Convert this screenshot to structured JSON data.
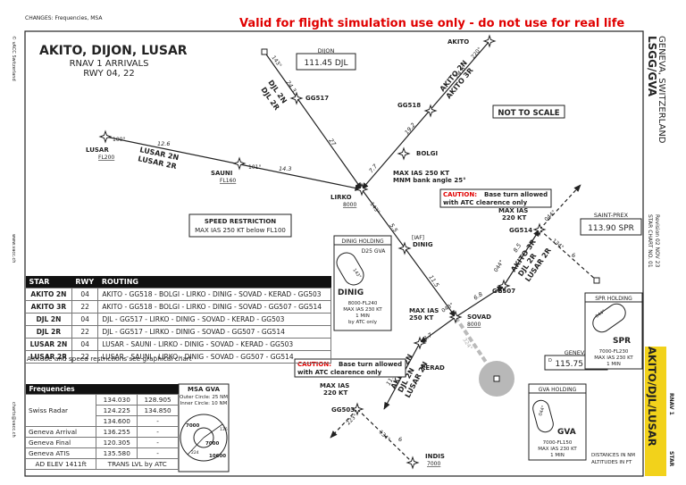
{
  "header": {
    "changes": "CHANGES: Frequencies, MSA",
    "warning": "Valid for flight simulation use only - do not use for real life",
    "copyright_left": "© vACC Switzerland",
    "web_left": "www.vacc.ch",
    "web_left_2": "charts@vacc.ch"
  },
  "title_block": {
    "title": "AKITO, DIJON, LUSAR",
    "subtitle": "RNAV 1 ARRIVALS",
    "runways": "RWY 04, 22",
    "not_to_scale": "NOT TO SCALE"
  },
  "side_panel": {
    "airport": "LSGG/GVA",
    "city": "GENEVA, SWITZERLAND",
    "chart_no": "STAR CHART NO. 01",
    "revision": "Revision 02 NOV 23",
    "procedure": "AKITO/DJL/LUSAR",
    "rnav": "RNAV 1",
    "star": "STAR"
  },
  "map": {
    "nav_boxes": {
      "dijon": {
        "name": "DIJON",
        "freq": "111.45 DJL"
      },
      "saint_prex": {
        "name": "SAINT-PREX",
        "freq": "113.90 SPR"
      },
      "geneva": {
        "name": "GENEVA",
        "prefix": "D",
        "freq": "115.75 GVA"
      }
    },
    "fixes": {
      "akito": "AKITO",
      "lusar": "LUSAR",
      "lusar_alt": "FL200",
      "sauni": "SAUNI",
      "sauni_alt": "FL160",
      "gg517": "GG517",
      "gg518": "GG518",
      "bolgi": "BOLGI",
      "lirko": "LIRKO",
      "lirko_alt": "8000",
      "dinig": "DINIG",
      "dinig_iaf": "[IAF]",
      "sovad": "SOVAD",
      "sovad_alt": "8000",
      "kerad": "KERAD",
      "gg503": "GG503",
      "indis": "INDIS",
      "indis_alt": "7000",
      "gg507": "GG507",
      "gg514": "GG514"
    },
    "route_labels": {
      "djl": "DJL 2N",
      "djl2r": "DJL 2R",
      "akito2n": "AKITO 2N",
      "akito3r": "AKITO 3R",
      "lusar2n": "LUSAR 2N",
      "lusar2r": "LUSAR 2R",
      "akito2n_s": "AKITO 2N",
      "djl2n_s": "DJL 2N",
      "lusar2n_s": "LUSAR 2N",
      "akito3r_e": "AKITO 3R",
      "djl2r_e": "DJL 2R",
      "lusar2r_e": "LUSAR 2R"
    },
    "distances": {
      "d126": "12.6",
      "d143": "14.3",
      "d243": "24.3",
      "d27": "27",
      "d246": "24.6",
      "d192": "19.2",
      "d77": "7.7",
      "d55": "5.5",
      "d115": "11.5",
      "d87": "8.7",
      "d119": "11.9",
      "d68": "6.8",
      "d85": "8.5",
      "d6a": "6",
      "d6b": "6"
    },
    "courses": {
      "c100": "100°",
      "c101": "101°",
      "c143": "143°",
      "c220": "220°",
      "c143b": "143°",
      "c044": "044°",
      "c044b": "044°",
      "c134": "134°",
      "c043": "043°",
      "c223": "223°",
      "c134b": "134°",
      "c324": "324°"
    },
    "notes": {
      "max_ias_lirko": "MAX IAS 250 KT",
      "mnm_bank": "MNM bank angle 25°",
      "speed_restr_title": "SPEED RESTRICTION",
      "speed_restr_text": "MAX IAS 250 KT below FL100",
      "caution_1": "CAUTION:",
      "caution_1_text": "Base turn allowed",
      "caution_1_text2": "with ATC clearence only",
      "caution_2": "CAUTION:",
      "caution_2_text": "Base turn allowed",
      "caution_2_text2": "with ATC clearence only",
      "max_ias_gg514": "MAX IAS",
      "max_ias_gg514_kt": "220 KT",
      "max_ias_sovad": "MAX IAS",
      "max_ias_sovad_kt": "250 KT",
      "max_ias_gg503": "MAX IAS",
      "max_ias_gg503_kt": "220 KT"
    },
    "holdings": {
      "dinig": {
        "title": "DINIG HOLDING",
        "ref": "D25 GVA",
        "name": "DINIG",
        "crs": "143°",
        "l1": "8000-FL240",
        "l2": "MAX IAS 230 KT",
        "l3": "1 MIN",
        "l4": "by ATC only"
      },
      "spr": {
        "title": "SPR HOLDING",
        "name": "SPR",
        "crs": "044°",
        "l1": "7000-FL230",
        "l2": "MAX IAS 230 KT",
        "l3": "1 MIN"
      },
      "gva": {
        "title": "GVA HOLDING",
        "name": "GVA",
        "crs": "044°",
        "l1": "7000-FL150",
        "l2": "MAX IAS 230 KT",
        "l3": "1 MIN"
      }
    },
    "msa": {
      "title": "MSA GVA",
      "outer": "Outer Circle: 25 NM",
      "inner": "Inner Circle: 10 NM",
      "a1": "7000",
      "a2": "7000",
      "a3": "10600",
      "r1": "136",
      "r2": "224"
    },
    "footer_note_1": "DISTANCES IN NM",
    "footer_note_2": "ALTITUDES IN FT"
  },
  "routing_table": {
    "headers": [
      "STAR",
      "RWY",
      "ROUTING"
    ],
    "rows": [
      {
        "star": "AKITO 2N",
        "rwy": "04",
        "route": "AKITO - GG518 - BOLGI - LIRKO - DINIG - SOVAD - KERAD - GG503"
      },
      {
        "star": "AKITO 3R",
        "rwy": "22",
        "route": "AKITO - GG518 - BOLGI - LIRKO - DINIG - SOVAD - GG507 - GG514"
      },
      {
        "star": "DJL 2N",
        "rwy": "04",
        "route": "DJL - GG517 - LIRKO - DINIG - SOVAD - KERAD - GG503"
      },
      {
        "star": "DJL 2R",
        "rwy": "22",
        "route": "DJL - GG517 - LIRKO - DINIG - SOVAD - GG507 - GG514"
      },
      {
        "star": "LUSAR 2N",
        "rwy": "04",
        "route": "LUSAR - SAUNI - LIRKO - DINIG - SOVAD - KERAD - GG503"
      },
      {
        "star": "LUSAR 2R",
        "rwy": "22",
        "route": "LUSAR - SAUNI - LIRKO - DINIG - SOVAD - GG507 - GG514"
      }
    ],
    "note": "Altitude and speed restrictions see graphical chart"
  },
  "frequencies": {
    "header": "Frequencies",
    "rows": [
      {
        "name": "Swiss Radar",
        "f1": "134.030",
        "f2": "128.905"
      },
      {
        "name": "",
        "f1": "124.225",
        "f2": "134.850"
      },
      {
        "name": "",
        "f1": "134.600",
        "f2": "-"
      },
      {
        "name": "Geneva Arrival",
        "f1": "136.255",
        "f2": "-"
      },
      {
        "name": "Geneva Final",
        "f1": "120.305",
        "f2": "-"
      },
      {
        "name": "Geneva ATIS",
        "f1": "135.580",
        "f2": "-"
      }
    ],
    "ad_elev": "AD ELEV 1411ft",
    "trans_lvl": "TRANS LVL by ATC"
  },
  "colors": {
    "warning": "#e00000",
    "caution": "#e00000",
    "ink": "#222222",
    "side_bar": "#f2d21b",
    "gva_circle": "#b8b8b8"
  }
}
